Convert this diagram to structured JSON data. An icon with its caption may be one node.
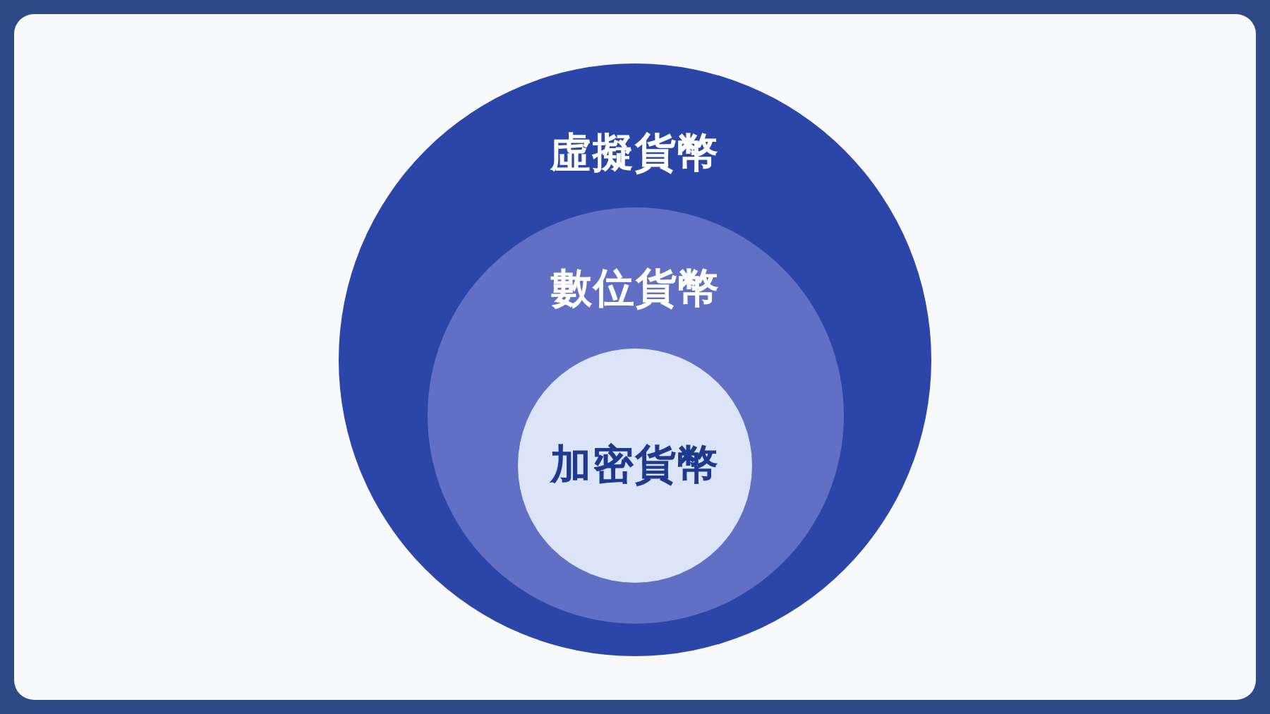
{
  "diagram": {
    "nodes": [
      {
        "text": [
          "虛擬貨幣"
        ]
      },
      {
        "text": [
          "數位貨幣"
        ],
        "in": 0
      },
      {
        "text": [
          "加密貨幣"
        ],
        "in": 1
      }
    ]
  }
}
